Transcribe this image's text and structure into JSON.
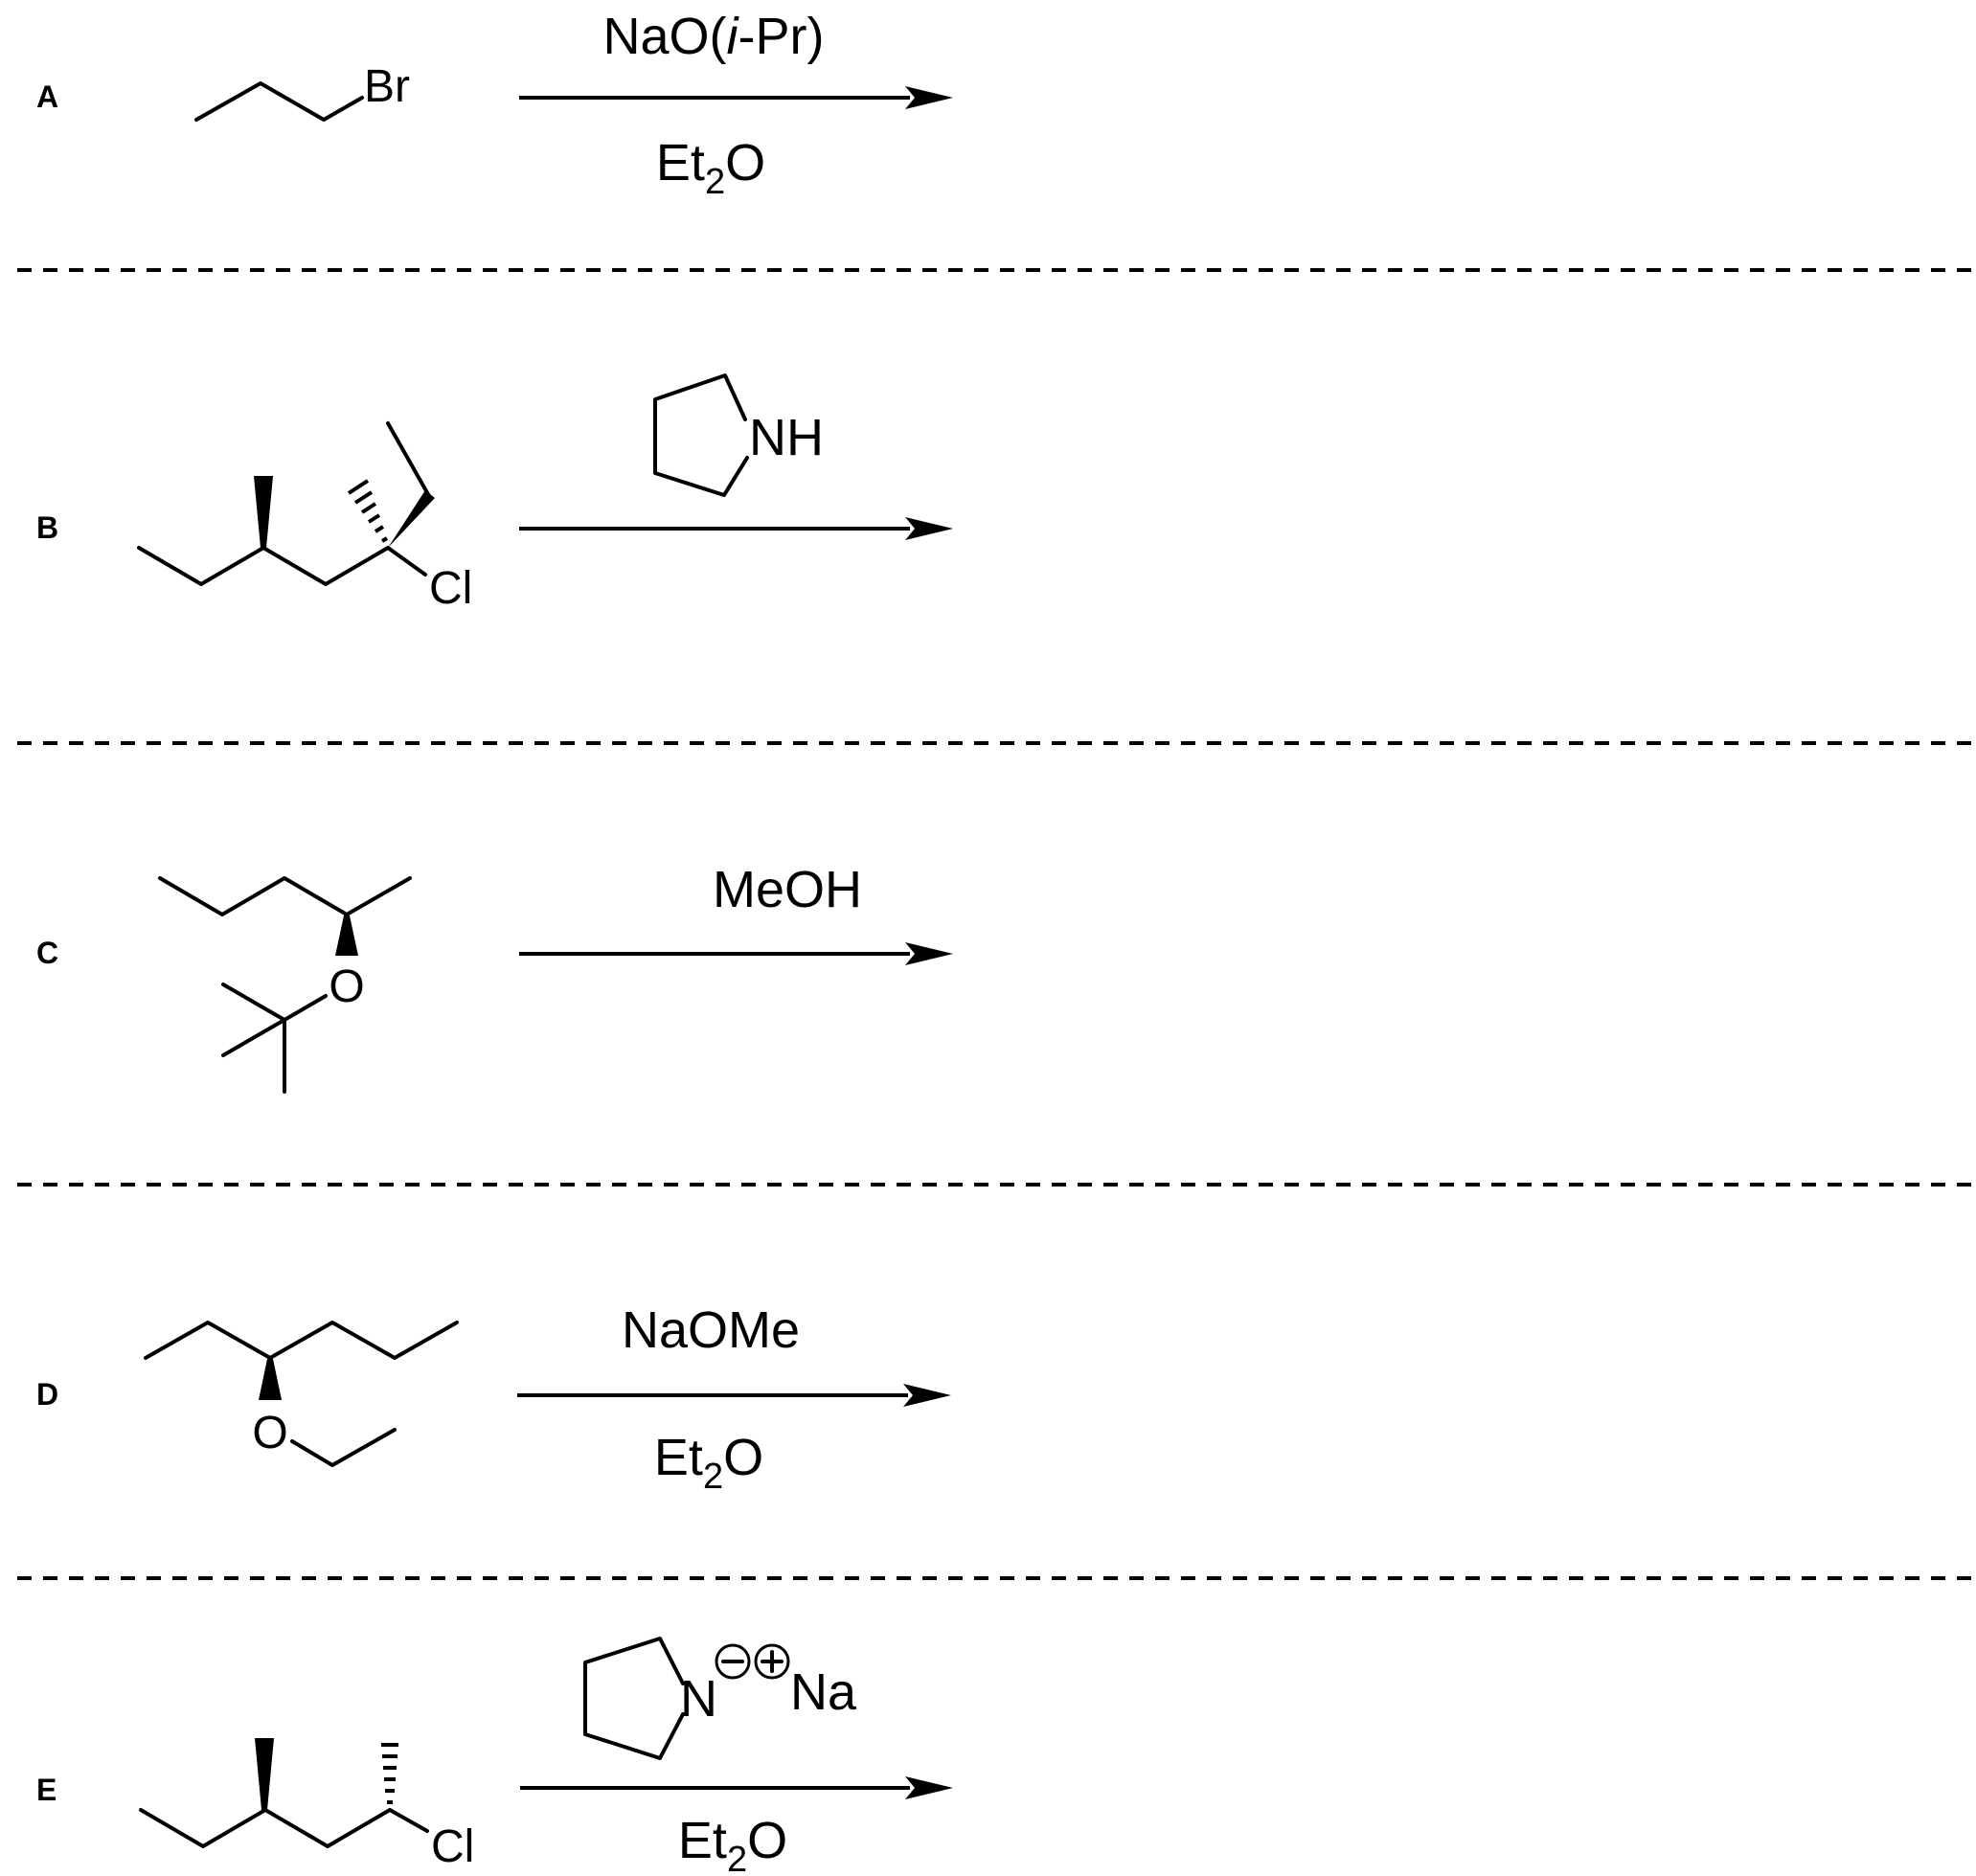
{
  "reactions": [
    {
      "label": "A",
      "atoms": {
        "halogen": "Br"
      },
      "reagent_above": "NaO(",
      "reagent_above_italic": "i",
      "reagent_above_tail": "-Pr)",
      "solvent": {
        "base": "Et",
        "sub": "2",
        "tail": "O"
      }
    },
    {
      "label": "B",
      "atoms": {
        "halogen": "Cl"
      },
      "reagent_above": "NH"
    },
    {
      "label": "C",
      "atoms": {
        "oxygen": "O"
      },
      "reagent_above": "MeOH"
    },
    {
      "label": "D",
      "atoms": {
        "oxygen": "O"
      },
      "reagent_above": "NaOMe",
      "solvent": {
        "base": "Et",
        "sub": "2",
        "tail": "O"
      }
    },
    {
      "label": "E",
      "atoms": {
        "halogen": "Cl"
      },
      "reagent_nitrogen": "N",
      "reagent_cation": "Na",
      "solvent": {
        "base": "Et",
        "sub": "2",
        "tail": "O"
      }
    }
  ]
}
